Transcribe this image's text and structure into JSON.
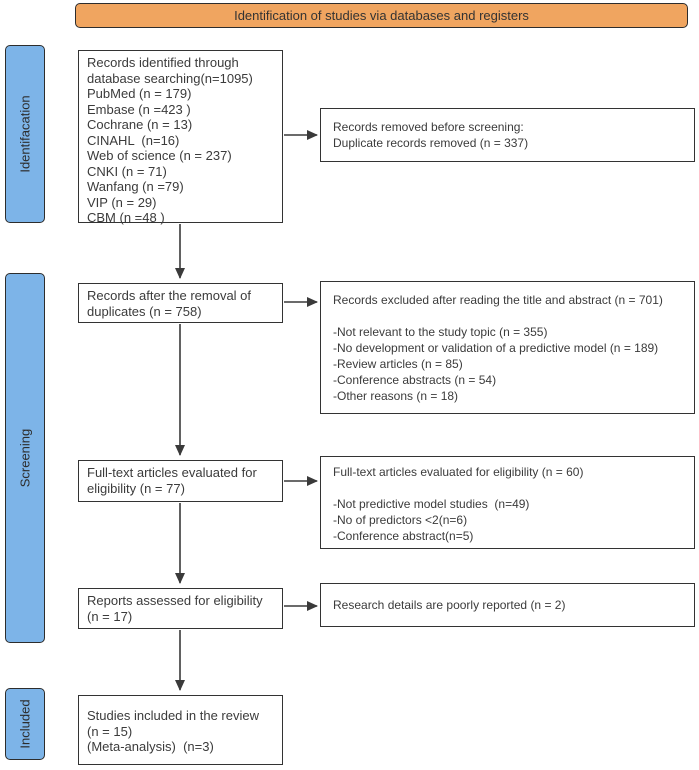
{
  "banner": {
    "label": "Identification of studies via databases and registers"
  },
  "sidebar": {
    "stages": [
      {
        "label": "Identifacation"
      },
      {
        "label": "Screening"
      },
      {
        "label": "Included"
      }
    ]
  },
  "flow": {
    "main_boxes": [
      {
        "lines": [
          "Records identified through",
          "database searching(n=1095)",
          "PubMed (n = 179)",
          "Embase (n =423 )",
          "Cochrane (n = 13)",
          "CINAHL  (n=16)",
          "Web of science (n = 237)",
          "CNKI (n = 71)",
          "Wanfang (n =79)",
          "VIP (n = 29)",
          "CBM (n =48 )"
        ]
      },
      {
        "lines": [
          "Records after the removal of",
          "duplicates (n = 758)"
        ]
      },
      {
        "lines": [
          "Full-text articles evaluated for",
          "eligibility (n = 77)"
        ]
      },
      {
        "lines": [
          "Reports assessed for eligibility",
          "(n = 17)"
        ]
      },
      {
        "lines": [
          "Studies included in the review",
          "(n = 15)",
          "(Meta-analysis)  (n=3)"
        ]
      }
    ],
    "side_boxes": [
      {
        "lines": [
          "Records removed before screening:",
          "Duplicate records removed (n = 337)"
        ]
      },
      {
        "lines": [
          "Records excluded after reading the title and abstract (n = 701)",
          "",
          "-Not relevant to the study topic (n = 355)",
          "-No development or validation of a predictive model (n = 189)",
          "-Review articles (n = 85)",
          "-Conference abstracts (n = 54)",
          "-Other reasons (n = 18)"
        ]
      },
      {
        "lines": [
          "Full-text articles evaluated for eligibility (n = 60)",
          "",
          "-Not predictive model studies  (n=49)",
          "-No of predictors <2(n=6)",
          "-Conference abstract(n=5)"
        ]
      },
      {
        "lines": [
          "Research details are poorly reported (n = 2)"
        ]
      }
    ]
  },
  "colors": {
    "banner_fill": "#F0A560",
    "stage_fill": "#7DB4E8",
    "box_border": "#333333",
    "arrow": "#3a3a3a",
    "text": "#3b3b3b"
  }
}
